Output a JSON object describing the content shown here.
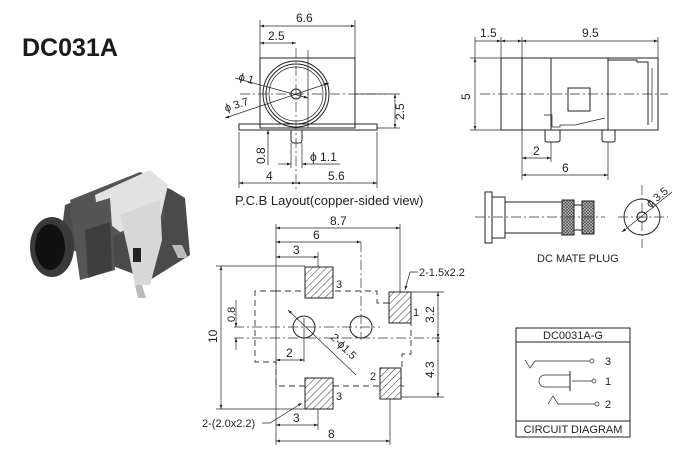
{
  "title": "DC031A",
  "front_view": {
    "dims": {
      "width": "6.6",
      "left_to_center": "2.5",
      "phi_center": "ϕ 1",
      "phi_outer": "ϕ 3.7",
      "height": "2.5",
      "pin_offset": "0.8",
      "phi_pin": "ϕ 1.1",
      "left": "4",
      "right": "5.6"
    },
    "caption": "P.C.B Layout(copper-sided view)"
  },
  "side_view": {
    "dims": {
      "front": "1.5",
      "length": "9.5",
      "height": "5",
      "pin1": "2",
      "pin2": "6"
    }
  },
  "plug": {
    "phi": "ϕ 3.5",
    "caption": "DC MATE PLUG"
  },
  "footprint": {
    "dims": {
      "total": "8.7",
      "holes": "6",
      "pad_w": "3",
      "height": "10",
      "offset": "0.8",
      "hole_x": "2",
      "hole_phi": "2-ϕ1.5",
      "pad12_gap": "3.2",
      "pad2_y": "4.3",
      "bottom_pad": "3",
      "bottom_total": "8"
    },
    "pad_labels": {
      "top": "3",
      "p1": "1",
      "p2": "2",
      "bottom": "3"
    },
    "notes": {
      "small_pads": "2-1.5x2.2",
      "big_pads": "2-(2.0x2.2)"
    }
  },
  "circuit": {
    "title": "DC0031A-G",
    "pins": [
      "3",
      "1",
      "2"
    ],
    "footer": "CIRCUIT DIAGRAM"
  }
}
